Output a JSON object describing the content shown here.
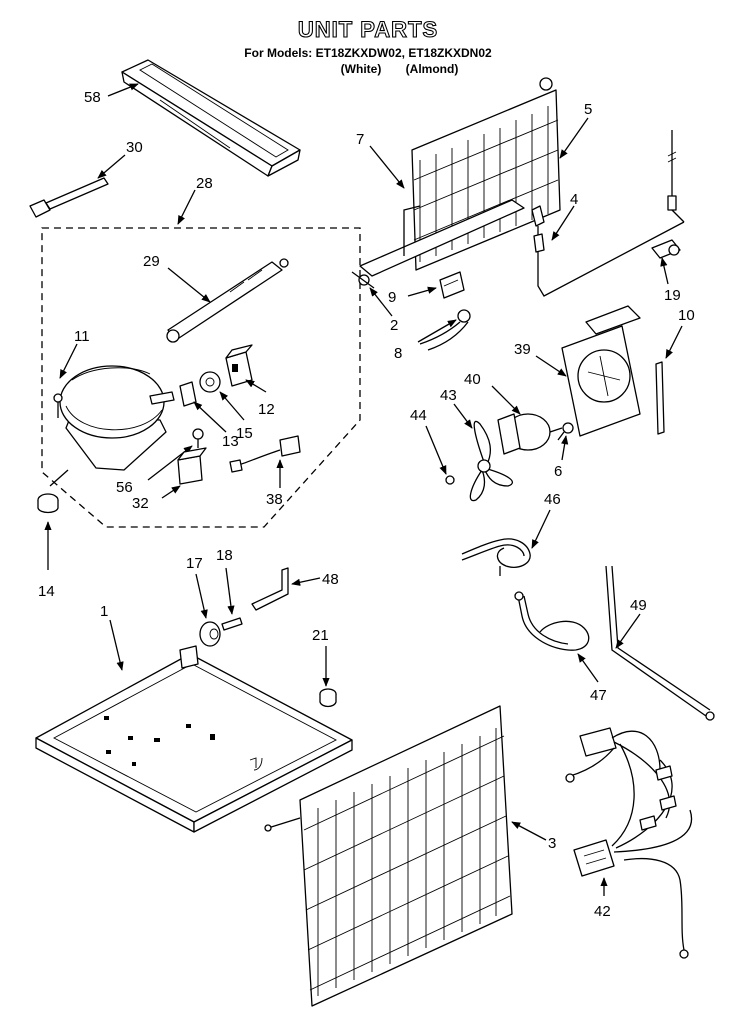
{
  "header": {
    "title": "UNIT PARTS",
    "models_line": "For Models: ET18ZKXDW02, ET18ZKXDN02",
    "color_white": "(White)",
    "color_almond": "(Almond)"
  },
  "callouts": {
    "p1": "1",
    "p2": "2",
    "p3": "3",
    "p4": "4",
    "p5": "5",
    "p6": "6",
    "p7": "7",
    "p8": "8",
    "p9": "9",
    "p10": "10",
    "p11": "11",
    "p12": "12",
    "p13": "13",
    "p14": "14",
    "p15": "15",
    "p17": "17",
    "p18": "18",
    "p19": "19",
    "p21": "21",
    "p28": "28",
    "p29": "29",
    "p30": "30",
    "p32": "32",
    "p38": "38",
    "p39": "39",
    "p40": "40",
    "p42": "42",
    "p43": "43",
    "p44": "44",
    "p46": "46",
    "p47": "47",
    "p48": "48",
    "p49": "49",
    "p56": "56",
    "p58": "58"
  },
  "colors": {
    "ink": "#000000",
    "paper": "#ffffff"
  }
}
